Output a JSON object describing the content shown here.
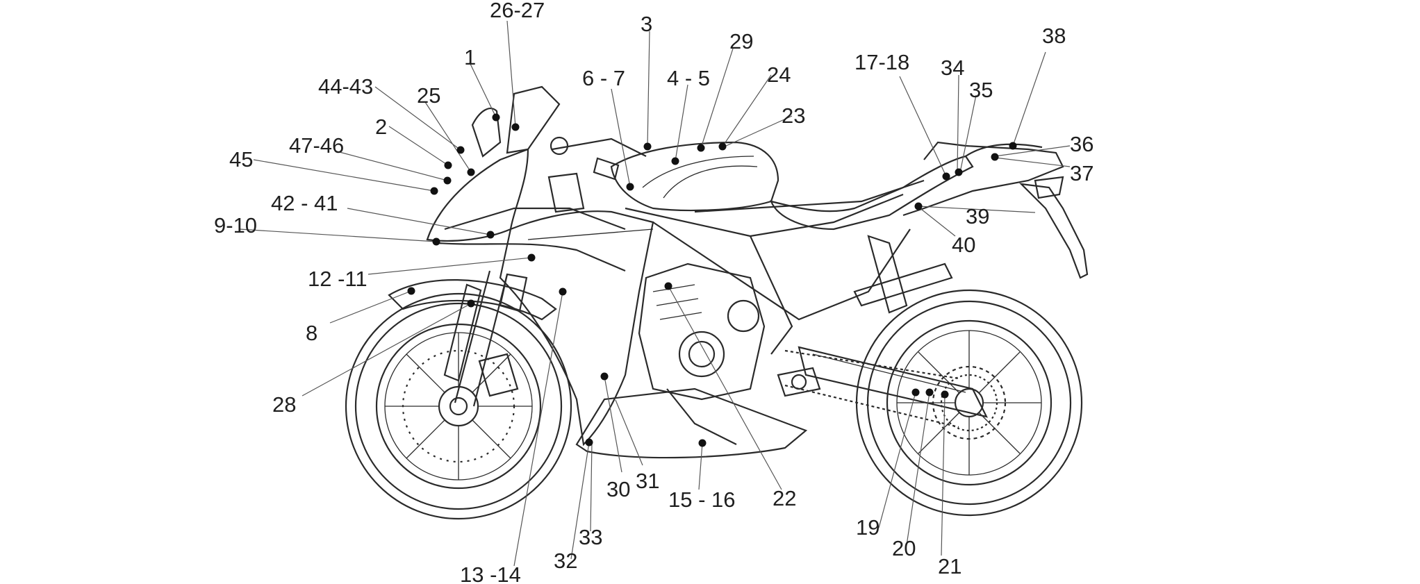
{
  "diagram": {
    "subject": "motorcycle side view exploded parts callouts",
    "callouts": [
      "1",
      "2",
      "3",
      "4 - 5",
      "6 - 7",
      "8",
      "9-10",
      "12 -11",
      "13 -14",
      "15 - 16",
      "17-18",
      "19",
      "20",
      "21",
      "22",
      "23",
      "24",
      "25",
      "26-27",
      "28",
      "29",
      "30",
      "31",
      "32",
      "33",
      "34",
      "35",
      "36",
      "37",
      "38",
      "39",
      "40",
      "42 - 41",
      "44-43",
      "45",
      "47-46"
    ]
  },
  "colors": {
    "line": "#2a2a2a",
    "text": "#1f1f1f",
    "background": "#ffffff"
  }
}
